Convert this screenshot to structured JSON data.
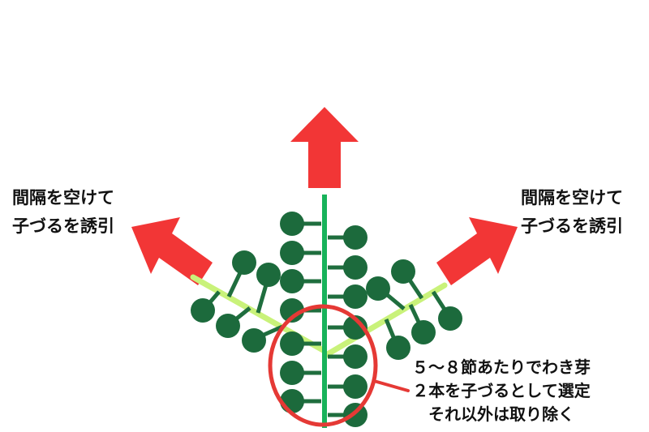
{
  "colors": {
    "arrow": "#f23636",
    "stem": "#17b35a",
    "side_branch": "#c9f27a",
    "leaf": "#1c6a3c",
    "petiole": "#1f6e3e",
    "circle": "#e53935",
    "text": "#111111"
  },
  "labels": {
    "left": [
      "間隔を空けて",
      "子づるを誘引"
    ],
    "right": [
      "間隔を空けて",
      "子づるを誘引"
    ],
    "note": [
      "５～８節あたりでわき芽",
      "２本を子づるとして選定",
      "それ以外は取り除く"
    ]
  }
}
